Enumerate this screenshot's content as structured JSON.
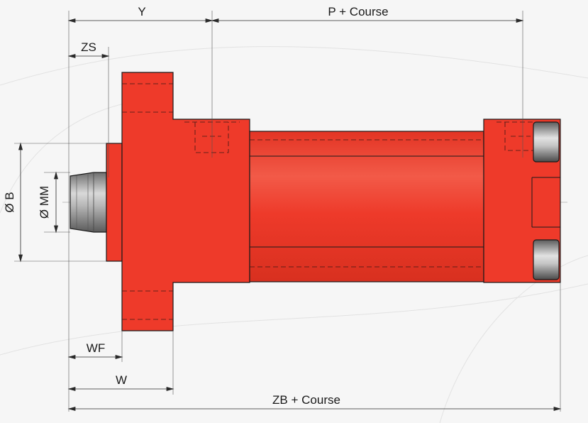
{
  "labels": {
    "y": "Y",
    "p_course": "P + Course",
    "zs": "ZS",
    "diam_b": "Ø B",
    "diam_mm": "Ø MM",
    "wf": "WF",
    "w": "W",
    "zb_course": "ZB + Course"
  },
  "colors": {
    "body": "#ee3a2a",
    "body_highlight": "#f4705f",
    "body_shadow": "#c92a1c",
    "rod_metal": "#9a9a9a",
    "background": "#f6f6f6"
  }
}
